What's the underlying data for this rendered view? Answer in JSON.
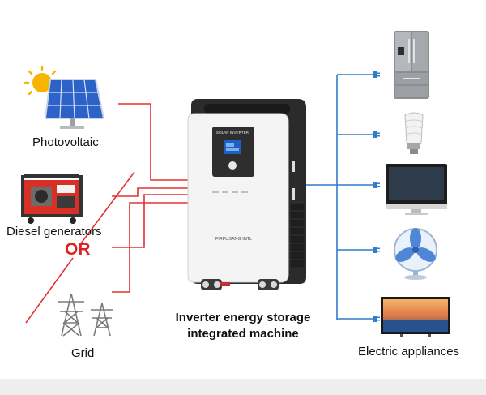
{
  "sources": {
    "photovoltaic": "Photovoltaic",
    "diesel": "Diesel generators",
    "or": "OR",
    "grid": "Grid"
  },
  "machine": {
    "caption_line1": "Inverter energy storage",
    "caption_line2": "integrated machine",
    "panel_text": "SOLAR INVERTER",
    "brand_text": "FIRFUSANG INTL"
  },
  "appliances": {
    "label": "Electric appliances",
    "items": [
      "refrigerator-icon",
      "light-bulb-icon",
      "monitor-icon",
      "fan-icon",
      "television-icon"
    ]
  },
  "colors": {
    "source_lines": "#e53030",
    "output_lines": "#2f7cc9",
    "or_text": "#e02020",
    "unit_body": "#f4f4f4",
    "unit_side": "#2b2b2b",
    "screen": "#1e5fbf"
  }
}
